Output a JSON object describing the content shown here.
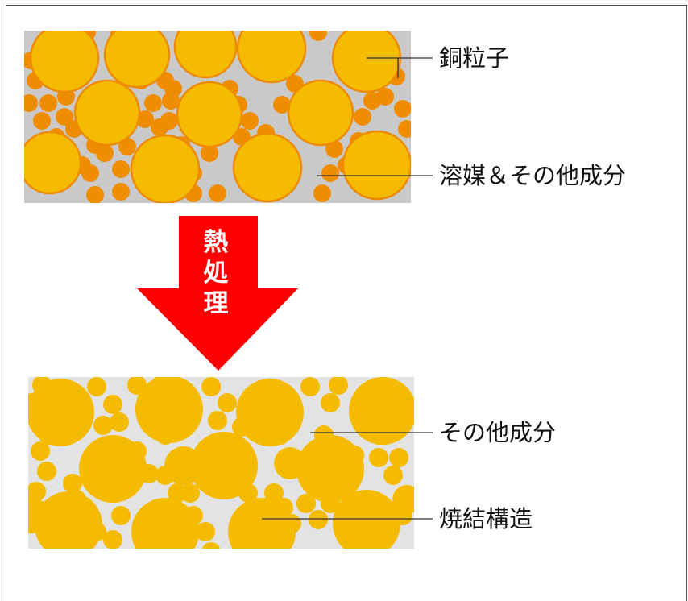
{
  "labels": {
    "copper_particle": "銅粒子",
    "solvent_other": "溶媒＆その他成分",
    "other_components": "その他成分",
    "sintered_structure": "焼結構造"
  },
  "arrow": {
    "chars": [
      "熱",
      "処",
      "理"
    ]
  },
  "colors": {
    "particle_fill": "#f5bb00",
    "particle_edge": "#ee8a00",
    "small_particle": "#f08c00",
    "background_top": "#c9c9c9",
    "background_bottom": "#e3e3e3",
    "arrow": "#ff0000"
  }
}
